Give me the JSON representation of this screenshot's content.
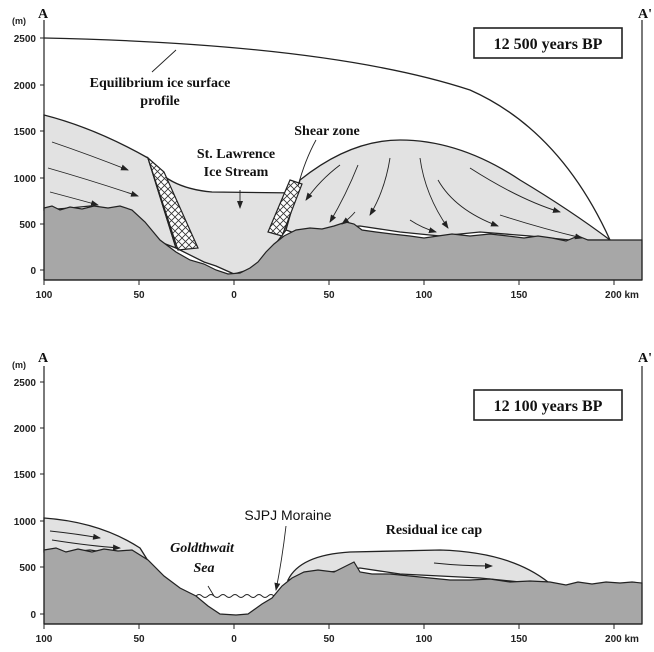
{
  "colors": {
    "bedrock": "#a7a7a7",
    "ice": "#e2e2e2",
    "line": "#222222",
    "hatch": "#333333"
  },
  "top_panel": {
    "corner_left": "A",
    "corner_right": "A'",
    "unit": "(m)",
    "title_box": "12 500 years BP",
    "y_ticks": [
      "2500",
      "2000",
      "1500",
      "1000",
      "500",
      "0"
    ],
    "x_ticks": [
      "100",
      "50",
      "0",
      "50",
      "100",
      "150",
      "200 km"
    ],
    "labels": {
      "equilibrium_1": "Equilibrium ice surface",
      "equilibrium_2": "profile",
      "shear_zone": "Shear zone",
      "ice_stream_1": "St. Lawrence",
      "ice_stream_2": "Ice Stream"
    }
  },
  "bottom_panel": {
    "corner_left": "A",
    "corner_right": "A'",
    "unit": "(m)",
    "title_box": "12 100 years BP",
    "y_ticks": [
      "2500",
      "2000",
      "1500",
      "1000",
      "500",
      "0"
    ],
    "x_ticks": [
      "100",
      "50",
      "0",
      "50",
      "100",
      "150",
      "200 km"
    ],
    "labels": {
      "sea_1": "Goldthwait",
      "sea_2": "Sea",
      "moraine": "SJPJ Moraine",
      "ice_cap": "Residual ice cap"
    }
  }
}
